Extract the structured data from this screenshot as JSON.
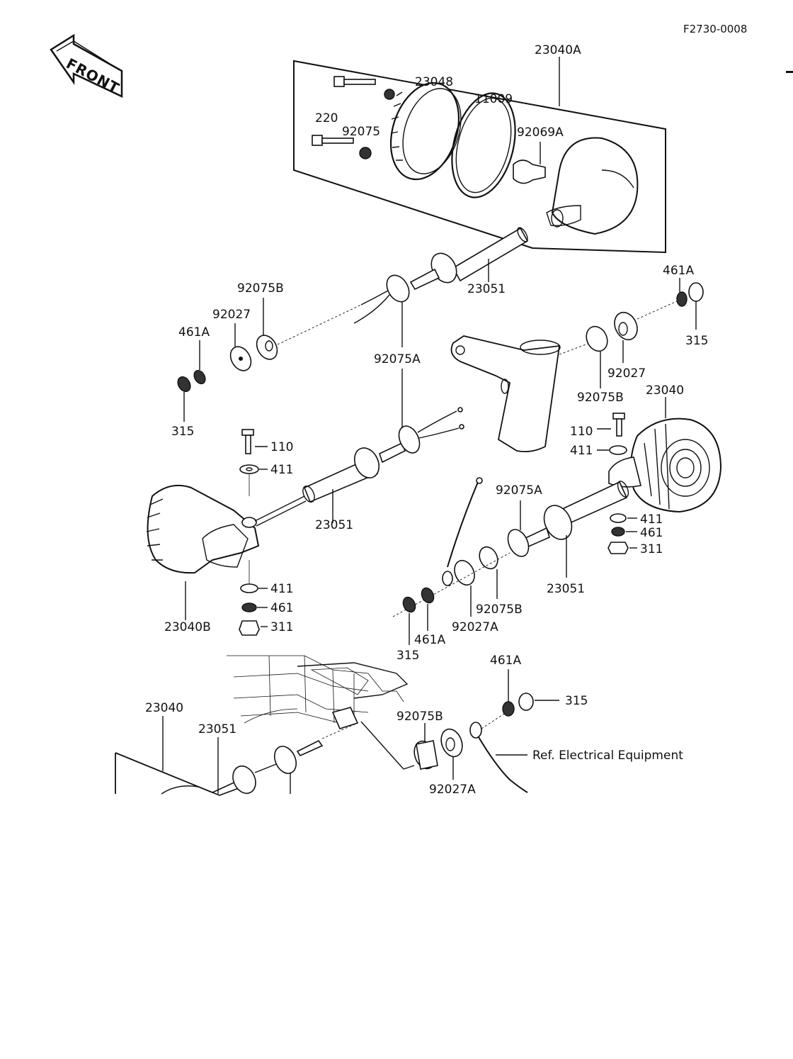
{
  "doc_code": "F2730-0008",
  "front_label": "FRONT",
  "labels": {
    "p23040A": "23040A",
    "p23048": "23048",
    "p11009": "11009",
    "p220": "220",
    "p92075": "92075",
    "p92069A": "92069A",
    "p461A_r": "461A",
    "p23051_top": "23051",
    "p92075B_l": "92075B",
    "p92027_l": "92027",
    "p461A_l": "461A",
    "p315_r": "315",
    "p92075A_u": "92075A",
    "p92027_r": "92027",
    "p23040_r": "23040",
    "p92075B_r": "92075B",
    "p315_l": "315",
    "p110_r": "110",
    "p110_l": "110",
    "p411_ru": "411",
    "p411_lu": "411",
    "p92075A_r": "92075A",
    "p411_rl": "411",
    "p23051_mid": "23051",
    "p461_r": "461",
    "p311_r": "311",
    "p23051_r": "23051",
    "p411_ll": "411",
    "p461_l": "461",
    "p92075B_m": "92075B",
    "p23040B": "23040B",
    "p311_l": "311",
    "p92027A_m": "92027A",
    "p461A_m": "461A",
    "p315_m": "315",
    "p461A_rear": "461A",
    "p315_rear": "315",
    "p23040_rear": "23040",
    "p92075B_rear": "92075B",
    "p23051_rear": "23051",
    "ref_electrical": "Ref.  Electrical Equipment",
    "p92027A_rear": "92027A"
  }
}
